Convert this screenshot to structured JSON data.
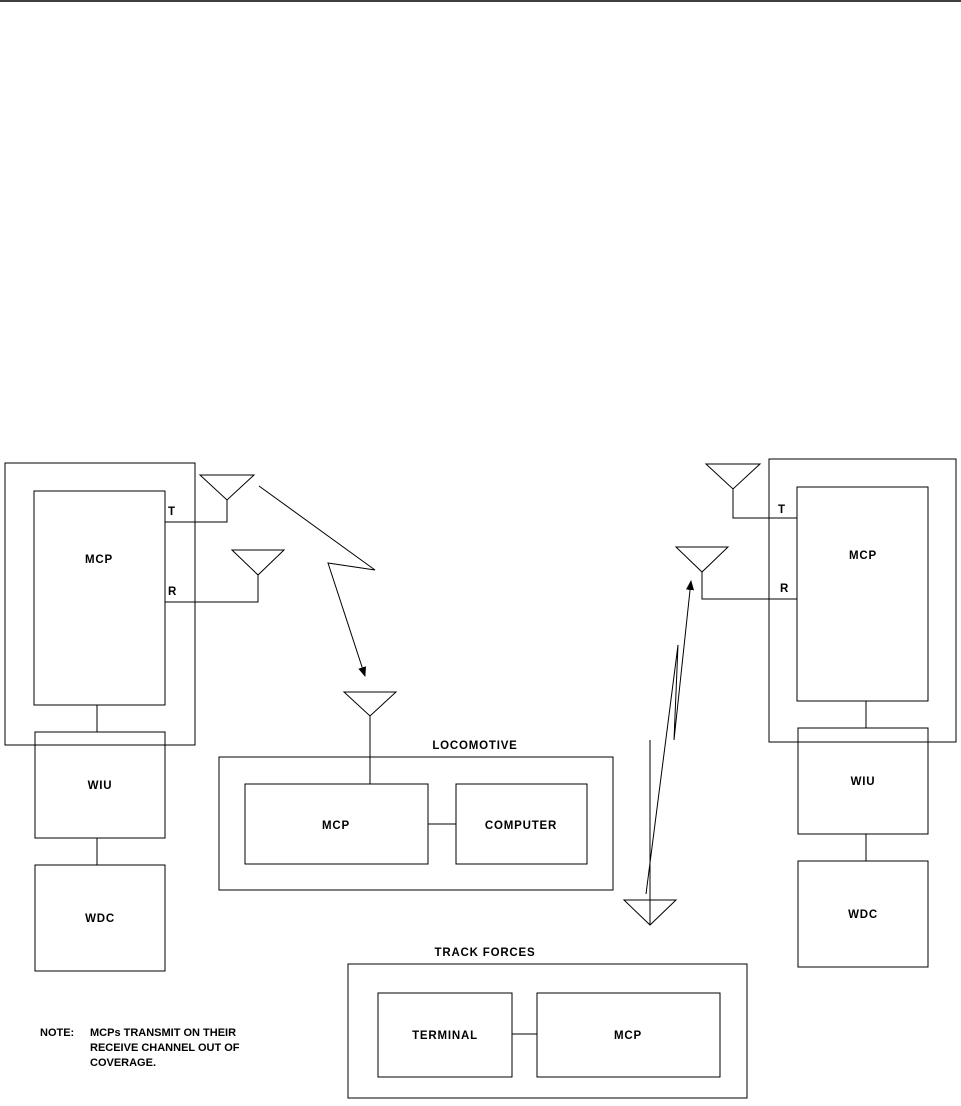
{
  "left_station": {
    "mcp": "MCP",
    "transmit_port": "T",
    "receive_port": "R",
    "wiu": "WIU",
    "wdc": "WDC"
  },
  "right_station": {
    "mcp": "MCP",
    "transmit_port": "T",
    "receive_port": "R",
    "wiu": "WIU",
    "wdc": "WDC"
  },
  "locomotive": {
    "title": "LOCOMOTIVE",
    "mcp": "MCP",
    "computer": "COMPUTER"
  },
  "track_forces": {
    "title": "TRACK FORCES",
    "terminal": "TERMINAL",
    "mcp": "MCP"
  },
  "note": {
    "label": "NOTE:",
    "lines": [
      "MCPs TRANSMIT ON THEIR",
      "RECEIVE CHANNEL OUT OF",
      "COVERAGE."
    ]
  }
}
